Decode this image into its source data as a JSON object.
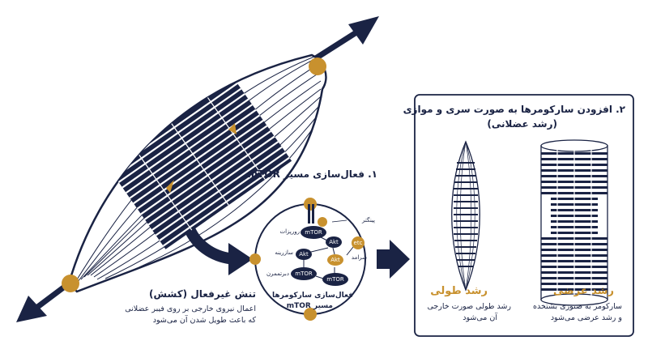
{
  "section1": {
    "title": "۱. فعال‌سازی مسیر mTOR"
  },
  "section2": {
    "title_line1": "۲. افزودن سارکومرها به صورت سری و موازی",
    "title_line2": "(رشد عضلانی)"
  },
  "tension": {
    "title": "تنش غیرفعال (کشش)",
    "line1": "اعمال نیروی خارجی بر روی فیبر عضلانی",
    "line2": "که باعث طویل شدن آن می‌شود"
  },
  "pathway": {
    "nodes": {
      "mtor_top": "mTOR",
      "akt_mid": "Akt",
      "akt_left": "Akt",
      "mtor_left": "mTOR",
      "akt_right": "Akt",
      "mtor_bottom": "mTOR",
      "etc": "etc"
    },
    "labels": {
      "integrin": "پینگتر",
      "receptors": "رورپزات",
      "synthase": "سازرینه",
      "ceramide": "سرامد",
      "debtmen": "دبرتممرن"
    },
    "caption_line1": "فعال‌سازی سارکومرها",
    "caption_line2": "مسیر mTOR"
  },
  "longitudinal": {
    "title": "رشد طولی",
    "line1": "رشد طولی صورت خارجی",
    "line2": "آن می‌شود"
  },
  "transverse": {
    "title": "رشد عرضی",
    "line1": "سارکومر به صنوزی بشتخده",
    "line2": "و رشد عرضی می‌شود"
  },
  "colors": {
    "navy": "#1a2344",
    "orange": "#c8912e",
    "white": "#ffffff"
  }
}
